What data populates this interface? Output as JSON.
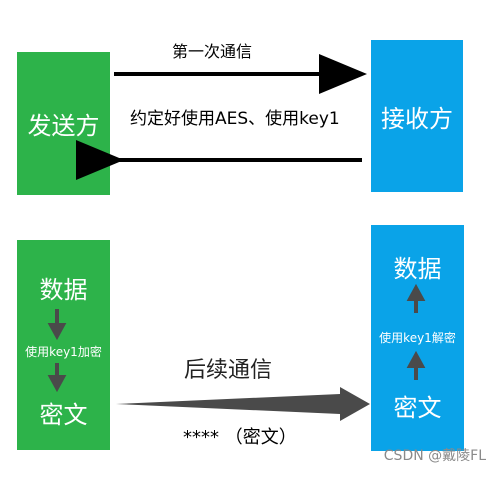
{
  "top": {
    "sender_label": "发送方",
    "receiver_label": "接收方",
    "arrow_top_label": "第一次通信",
    "agreement_label": "约定好使用AES、使用key1"
  },
  "bottom": {
    "left_data_label": "数据",
    "left_encrypt_label": "使用key1加密",
    "left_cipher_label": "密文",
    "right_data_label": "数据",
    "right_decrypt_label": "使用key1解密",
    "right_cipher_label": "密文",
    "follow_up_label": "后续通信",
    "ciphertext_label": "**** （密文）"
  },
  "footer": {
    "watermark": "CSDN @戴陵FL"
  },
  "colors": {
    "green": "#2db34a",
    "blue": "#0aa3e8",
    "arrow": "#000000",
    "dark_arrow": "#4a4a4a"
  }
}
